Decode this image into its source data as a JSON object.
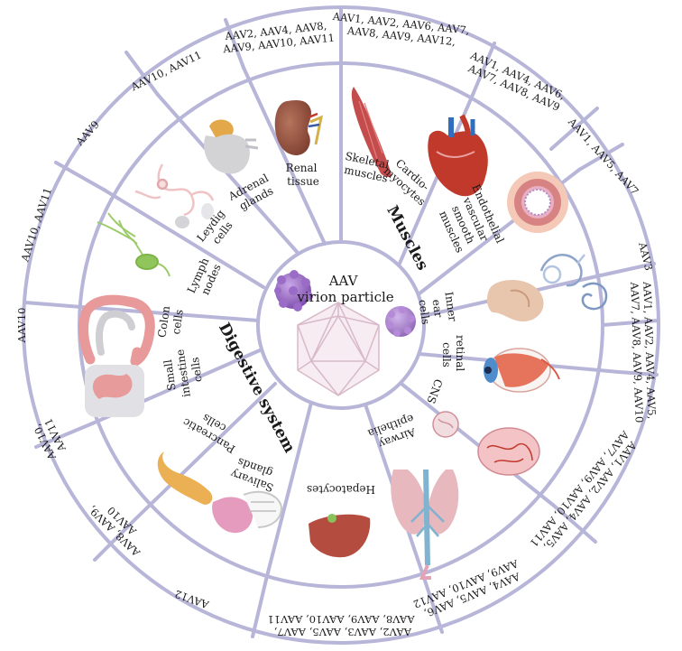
{
  "center": {
    "line1": "AAV",
    "line2": "virion particle"
  },
  "groups": {
    "muscles": "Muscles",
    "digestive": "Digestive system"
  },
  "tissues": {
    "renal": [
      "Renal",
      "tissue"
    ],
    "adrenal": [
      "Adrenal",
      "glands"
    ],
    "leydig": [
      "Leydig",
      "cells"
    ],
    "lymph": [
      "Lymph",
      "nodes"
    ],
    "colon": [
      "Colon",
      "cells"
    ],
    "small_intestine": [
      "Small",
      "intestine",
      "cells"
    ],
    "pancreatic": [
      "Pancreatic",
      "cells"
    ],
    "salivary": [
      "Salivary",
      "glands"
    ],
    "hepatocytes": [
      "Hepatocytes"
    ],
    "airway": [
      "Airway",
      "epithelia"
    ],
    "cns": [
      "CNS"
    ],
    "retinal": [
      "retinal",
      "cells"
    ],
    "inner_ear": [
      "Inner",
      "ear",
      "cells"
    ],
    "endothelial": [
      "Endothelial",
      "vascular",
      "smooth",
      "muscles"
    ],
    "cardio": [
      "Cardio-",
      "myocytes"
    ],
    "skeletal": [
      "Skeletal",
      "muscles"
    ]
  },
  "serotypes": {
    "renal": [
      "AAV2,  AAV4,  AAV8,",
      "AAV9, AAV10, AAV11"
    ],
    "skeletal": [
      "AAV1, AAV2, AAV6, AAV7,",
      "AAV8, AAV9, AAV12,"
    ],
    "cardio": [
      "AAV1,  AAV4, AAV6,",
      "AAV7, AAV8, AAV9"
    ],
    "endothelial": [
      "AAV1,    AAV5,    AAV7"
    ],
    "inner_ear": [
      "AAV3"
    ],
    "retinal": [
      "AAV1,  AAV2, AAV4, AAV5,",
      "AAV7, AAV8, AAV9, AAV10"
    ],
    "cns": [
      "AAV1, AAV2, AAV4, AAV5,",
      "AAV7, AAV9, AAV10, AAV11"
    ],
    "airway": [
      "AAV4,   AAV5,  AAV6,",
      "AAV9,   AAV10,  AAV12"
    ],
    "hepatocytes": [
      "AAV2,  AAV3,  AAV5,  AAV7,",
      "AAV8, AAV9, AAV10, AAV11"
    ],
    "salivary": [
      "AAV12"
    ],
    "pancreatic": [
      "AAV8,  AAV9,",
      "AAV10"
    ],
    "small_intestine": [
      "AAV10,",
      "AAV11"
    ],
    "colon": [
      "AAV10"
    ],
    "lymph": [
      "AAV10,  AAV11"
    ],
    "leydig": [
      "AAV9"
    ],
    "adrenal": [
      "AAV10,      AAV11"
    ]
  },
  "colors": {
    "ring": "#b7b5d8",
    "ring_fill": "#ffffff",
    "text": "#1a1a1a"
  }
}
